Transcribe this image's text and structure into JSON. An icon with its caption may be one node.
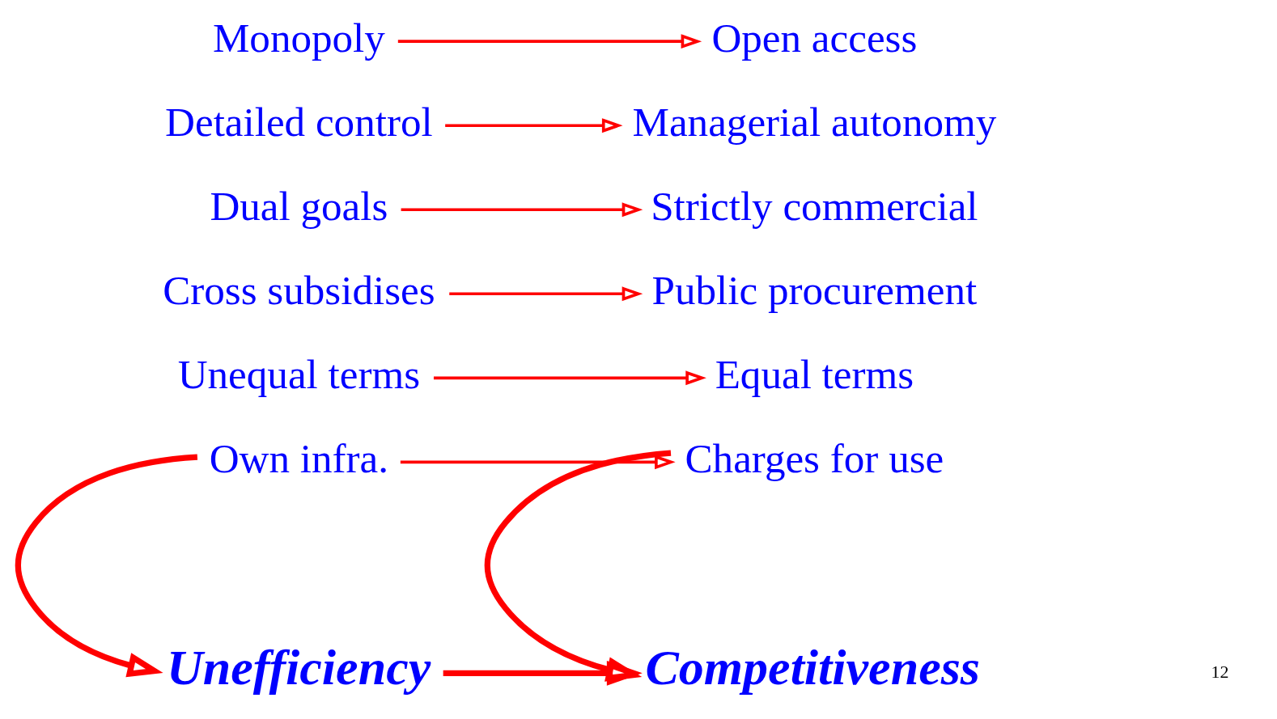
{
  "diagram": {
    "nodes": [
      {
        "text": [
          "Monopoly"
        ]
      },
      {
        "text": [
          "Detailed control"
        ]
      },
      {
        "text": [
          "Dual goals"
        ]
      },
      {
        "text": [
          "Cross subsidises"
        ]
      },
      {
        "text": [
          "Unequal terms"
        ]
      },
      {
        "text": [
          "Own infra."
        ]
      },
      {
        "text": [
          "Open access"
        ]
      },
      {
        "text": [
          "Managerial autonomy"
        ]
      },
      {
        "text": [
          "Strictly commercial"
        ]
      },
      {
        "text": [
          "Public procurement"
        ]
      },
      {
        "text": [
          "Equal terms"
        ]
      },
      {
        "text": [
          "Charges for use"
        ]
      },
      {
        "text": [
          "Unefficiency"
        ]
      },
      {
        "text": [
          "Competitiveness"
        ]
      }
    ],
    "edges": [
      {
        "from": 0,
        "to": 6,
        "arrow": "to"
      },
      {
        "from": 1,
        "to": 7,
        "arrow": "to"
      },
      {
        "from": 2,
        "to": 8,
        "arrow": "to"
      },
      {
        "from": 3,
        "to": 9,
        "arrow": "to"
      },
      {
        "from": 4,
        "to": 10,
        "arrow": "to"
      },
      {
        "from": 5,
        "to": 11,
        "arrow": "to"
      },
      {
        "from": 5,
        "to": 12,
        "arrow": "to",
        "style": "thick"
      },
      {
        "from": 11,
        "to": 13,
        "arrow": "to",
        "style": "thick"
      },
      {
        "from": 12,
        "to": 13,
        "arrow": "to",
        "style": "thick"
      }
    ],
    "labels": [
      "12"
    ]
  }
}
